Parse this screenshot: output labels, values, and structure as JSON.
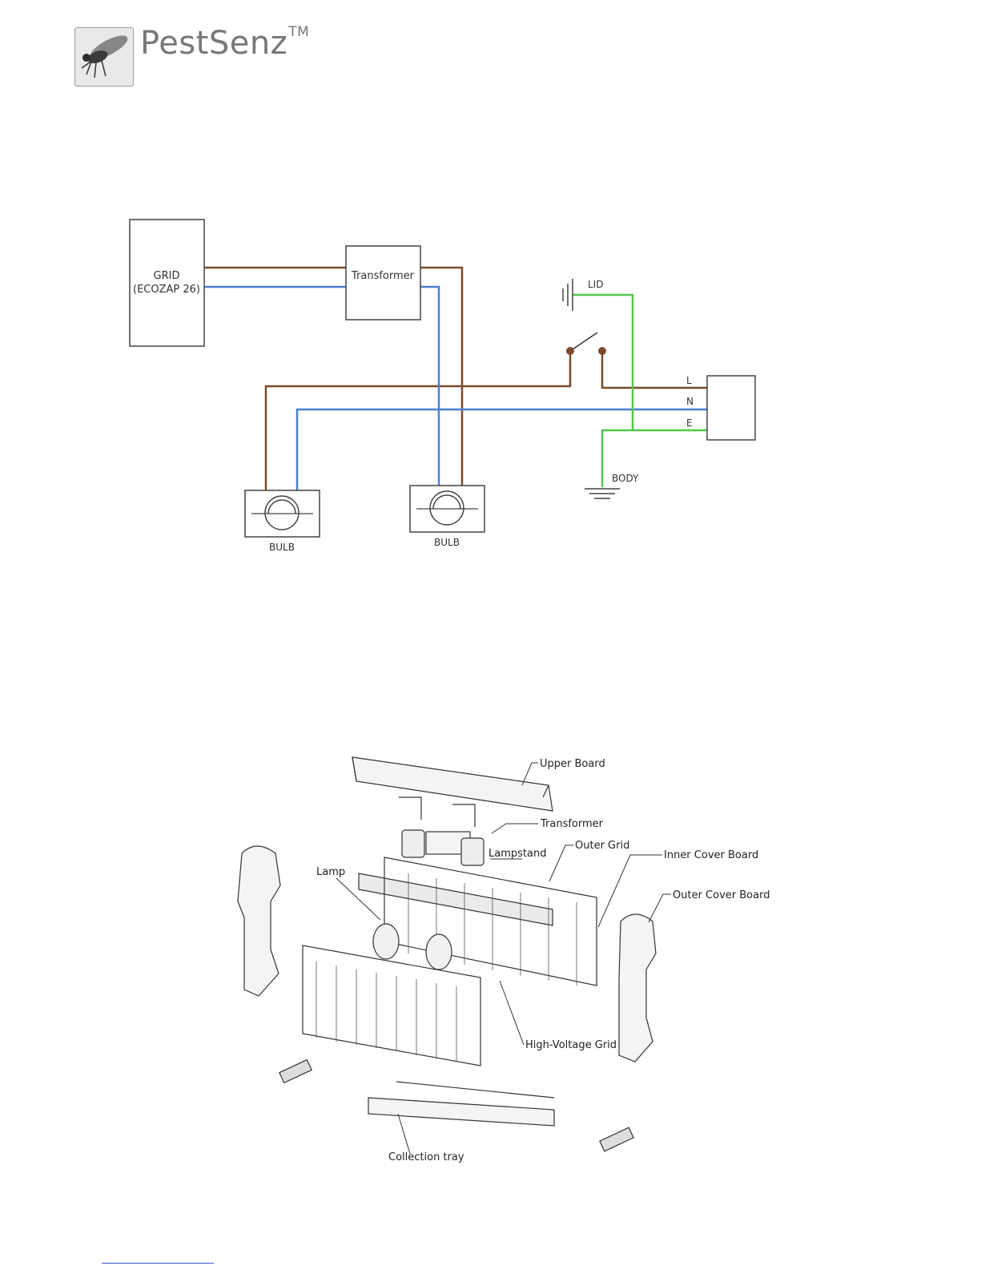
{
  "brand": {
    "name": "PestSenz",
    "trademark": "TM",
    "logo_icon": "fly-icon"
  },
  "wiring_diagram": {
    "grid_line1": "GRID",
    "grid_line2": "(ECOZAP 26)",
    "transformer": "Transformer",
    "lid": "LID",
    "terminal_l": "L",
    "terminal_n": "N",
    "terminal_e": "E",
    "body": "BODY",
    "bulb1": "BULB",
    "bulb2": "BULB",
    "colors": {
      "live": "#7a4a2a",
      "neutral": "#4a7fd4",
      "earth": "#55c64a"
    }
  },
  "exploded_view": {
    "upper_board": "Upper Board",
    "transformer": "Transformer",
    "lampstand": "Lampstand",
    "outer_grid": "Outer Grid",
    "inner_cover_board": "Inner Cover Board",
    "lamp": "Lamp",
    "outer_cover_board": "Outer Cover Board",
    "high_voltage_grid": "High-Voltage Grid",
    "collection_tray": "Collection tray"
  }
}
